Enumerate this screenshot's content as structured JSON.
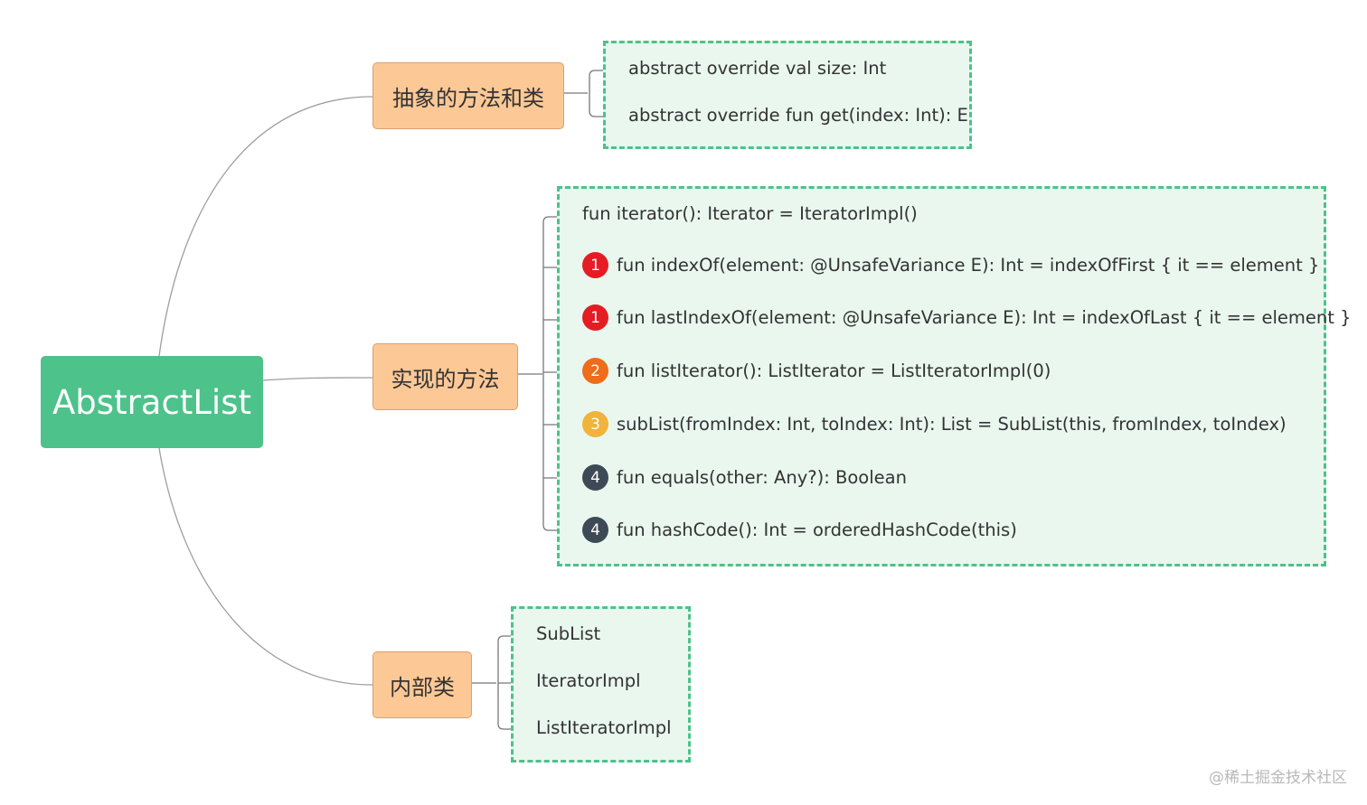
{
  "root": {
    "label": "AbstractList"
  },
  "badge_colors": {
    "1": "#e51c23",
    "2": "#ef6c1a",
    "3": "#f1b33c",
    "4": "#3d4a55"
  },
  "branches": [
    {
      "label": "抽象的方法和类",
      "items": [
        {
          "text": "abstract override val size: Int"
        },
        {
          "text": "abstract override fun get(index: Int): E"
        }
      ]
    },
    {
      "label": "实现的方法",
      "items": [
        {
          "text": "fun iterator(): Iterator = IteratorImpl()"
        },
        {
          "badge": "1",
          "text": "fun indexOf(element: @UnsafeVariance E): Int = indexOfFirst { it == element }"
        },
        {
          "badge": "1",
          "text": "fun lastIndexOf(element: @UnsafeVariance E): Int = indexOfLast { it == element }"
        },
        {
          "badge": "2",
          "text": "fun listIterator(): ListIterator = ListIteratorImpl(0)"
        },
        {
          "badge": "3",
          "text": "subList(fromIndex: Int, toIndex: Int): List = SubList(this, fromIndex, toIndex)"
        },
        {
          "badge": "4",
          "text": "fun equals(other: Any?): Boolean"
        },
        {
          "badge": "4",
          "text": "fun hashCode(): Int = orderedHashCode(this)"
        }
      ]
    },
    {
      "label": "内部类",
      "items": [
        {
          "text": "SubList"
        },
        {
          "text": "IteratorImpl"
        },
        {
          "text": "ListIteratorImpl"
        }
      ]
    }
  ],
  "watermark": "@稀土掘金技术社区"
}
